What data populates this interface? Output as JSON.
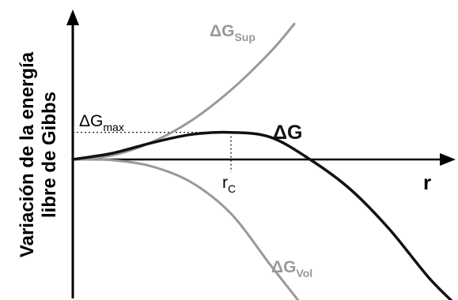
{
  "chart_data": {
    "type": "line",
    "title": "",
    "xlabel": "r",
    "ylabel_line1": "Variación de la energía",
    "ylabel_line2": "libre de Gibbs",
    "grid": false,
    "legend": "none",
    "xlim": [
      0,
      4.85
    ],
    "ylim": [
      -2.1,
      2.1
    ],
    "critical": {
      "x_label_main": "r",
      "x_label_sub": "C",
      "y_label_main": "ΔG",
      "y_label_sub": "max",
      "r_c": 2,
      "dg_max": 0.39
    },
    "series": [
      {
        "name_main": "ΔG",
        "name_sub": "Sup",
        "color": "#999999",
        "x": [
          0,
          0.5,
          1,
          1.5,
          2,
          2.5,
          2.8
        ],
        "y": [
          0,
          0.06,
          0.25,
          0.56,
          1.0,
          1.55,
          1.95
        ]
      },
      {
        "name_main": "ΔG",
        "name_sub": "Vol",
        "color": "#999999",
        "x": [
          0,
          0.5,
          1,
          1.5,
          2,
          2.5,
          2.9
        ],
        "y": [
          0,
          -0.01,
          -0.1,
          -0.33,
          -0.78,
          -1.52,
          -2.1
        ]
      },
      {
        "name_main": "ΔG",
        "name_sub": "",
        "color": "#111111",
        "x": [
          0,
          0.5,
          1,
          1.5,
          2,
          2.5,
          3,
          3.5,
          4,
          4.5,
          4.85
        ],
        "y": [
          0,
          0.09,
          0.24,
          0.36,
          0.39,
          0.32,
          0.0,
          -0.42,
          -1.0,
          -1.7,
          -2.1
        ]
      }
    ]
  }
}
